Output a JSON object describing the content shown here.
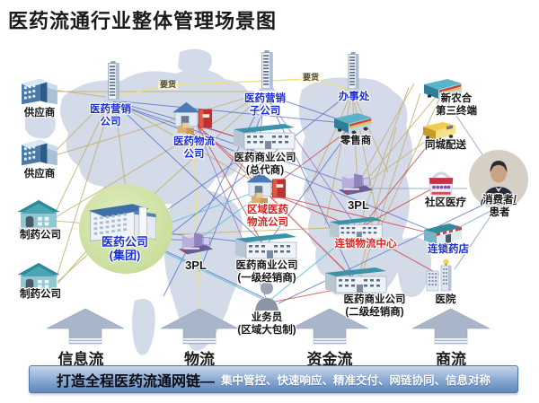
{
  "title": "医药流通行业整体管理场景图",
  "tags": {
    "demand_left": "要货",
    "demand_right": "要货"
  },
  "nodes": {
    "supplier_1": "供应商",
    "supplier_2": "供应商",
    "pharma_1": "制药公司",
    "pharma_2": "制药公司",
    "marketing_co": "医药营销\n公司",
    "group_co": "医药公司\n(集团)",
    "logistics_co": "医药物流\n公司",
    "marketing_sub": "医药营销\n子公司",
    "commercial_general": "医药商业公司\n(总代商)",
    "regional_logistics": "区域医药\n物流公司",
    "tpl_left": "3PL",
    "commercial_first": "医药商业公司\n(一级经销商)",
    "salesman": "业务员\n(区域大包制)",
    "office": "办事处",
    "retailer": "零售商",
    "tpl_right": "3PL",
    "chain_logistics": "连锁物流中心",
    "commercial_second": "医药商业公司\n(二级经销商)",
    "nrcms": "新农合\n第三终端",
    "city_delivery": "同城配送",
    "community_medical": "社区医疗",
    "consumer": "消费者/患者",
    "chain_pharmacy": "连锁药店",
    "hospital": "医院"
  },
  "flows": {
    "info": "信息流",
    "logistics": "物流",
    "capital": "资金流",
    "commerce": "商流"
  },
  "banner": {
    "headline": "打造全程医药流通网链—",
    "tagline": "集中管控、快速响应、精准交付、网链协同、信息对称"
  },
  "colors": {
    "label_blue": "#1b2fd0",
    "label_red": "#e01f1f",
    "line_tan": "#c4af6e",
    "line_blue": "#4663c4",
    "line_red": "#d04848",
    "banner_blue": "#7197c6",
    "circle_green": "#cfe2a4"
  }
}
